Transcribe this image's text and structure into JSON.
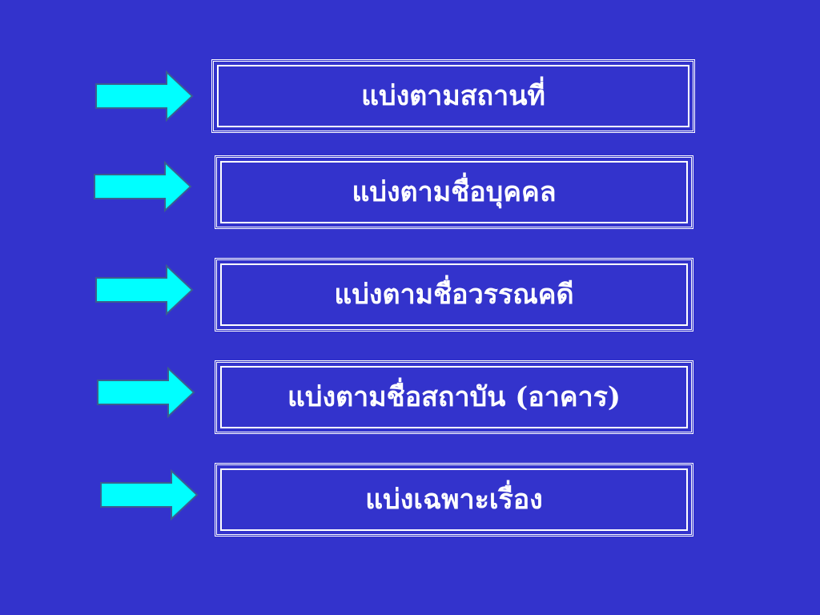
{
  "colors": {
    "background": "#3333cc",
    "arrow_fill": "#00ffff",
    "arrow_stroke": "#3a5f8f",
    "box_border": "#ffffff",
    "text": "#ffffff"
  },
  "items": [
    {
      "label": "แบ่งตามสถานที่",
      "icon": "right-arrow-icon"
    },
    {
      "label": "แบ่งตามชื่อบุคคล",
      "icon": "right-arrow-icon"
    },
    {
      "label": "แบ่งตามชื่อวรรณคดี",
      "icon": "right-arrow-icon"
    },
    {
      "label": "แบ่งตามชื่อสถาบัน (อาคาร)",
      "icon": "right-arrow-icon"
    },
    {
      "label": "แบ่งเฉพาะเรื่อง",
      "icon": "right-arrow-icon"
    }
  ]
}
